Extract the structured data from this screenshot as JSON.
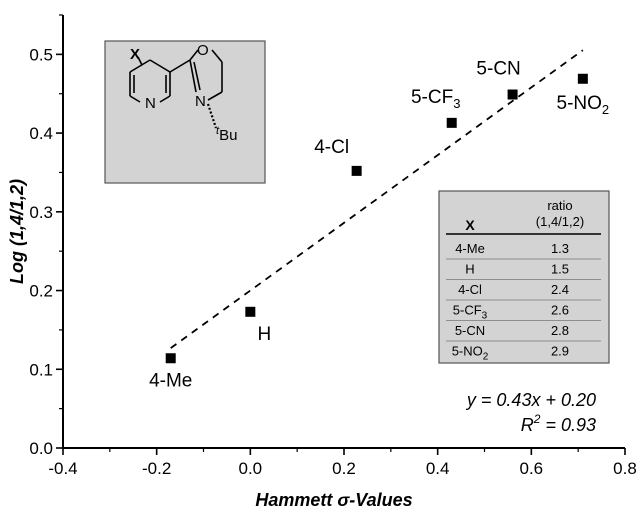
{
  "chart_data": {
    "type": "scatter",
    "xlabel": "Hammett σ-Values",
    "ylabel": "Log (1,4/1,2)",
    "xlim": [
      -0.4,
      0.8
    ],
    "ylim": [
      0.0,
      0.55
    ],
    "x_ticks": [
      "-0.4",
      "-0.2",
      "0.0",
      "0.2",
      "0.4",
      "0.6",
      "0.8"
    ],
    "y_ticks": [
      "0.0",
      "0.1",
      "0.2",
      "0.3",
      "0.4",
      "0.5"
    ],
    "grid": false,
    "points": [
      {
        "label": "4-Me",
        "x": -0.17,
        "y": 0.114
      },
      {
        "label": "H",
        "x": 0.0,
        "y": 0.173
      },
      {
        "label": "4-Cl",
        "x": 0.227,
        "y": 0.352
      },
      {
        "label": "5-CF",
        "label_sub": "3",
        "x": 0.43,
        "y": 0.413
      },
      {
        "label": "5-CN",
        "x": 0.56,
        "y": 0.449
      },
      {
        "label": "5-NO",
        "label_sub": "2",
        "x": 0.71,
        "y": 0.469
      }
    ],
    "fit": {
      "slope": 0.43,
      "intercept": 0.2,
      "x_range": [
        -0.17,
        0.71
      ],
      "equation": "y = 0.43x + 0.20",
      "r2_label": "R",
      "r2_sup": "2",
      "r2_value": " = 0.93"
    }
  },
  "table": {
    "header_x": "X",
    "header_ratio_line1": "ratio",
    "header_ratio_line2": "(1,4/1,2)",
    "rows": [
      {
        "x": "4-Me",
        "ratio": "1.3"
      },
      {
        "x": "H",
        "ratio": "1.5"
      },
      {
        "x": "4-Cl",
        "ratio": "2.4"
      },
      {
        "x": "5-CF",
        "x_sub": "3",
        "ratio": "2.6"
      },
      {
        "x": "5-CN",
        "ratio": "2.8"
      },
      {
        "x": "5-NO",
        "x_sub": "2",
        "ratio": "2.9"
      }
    ]
  },
  "structure": {
    "substituent": "X",
    "ring_n1": "N",
    "ring_n2": "N",
    "ring_o": "O",
    "tbu_prefix": "t",
    "tbu_suffix": "Bu"
  },
  "colors": {
    "box_fill": "#d3d3d3",
    "ink": "#000000"
  }
}
